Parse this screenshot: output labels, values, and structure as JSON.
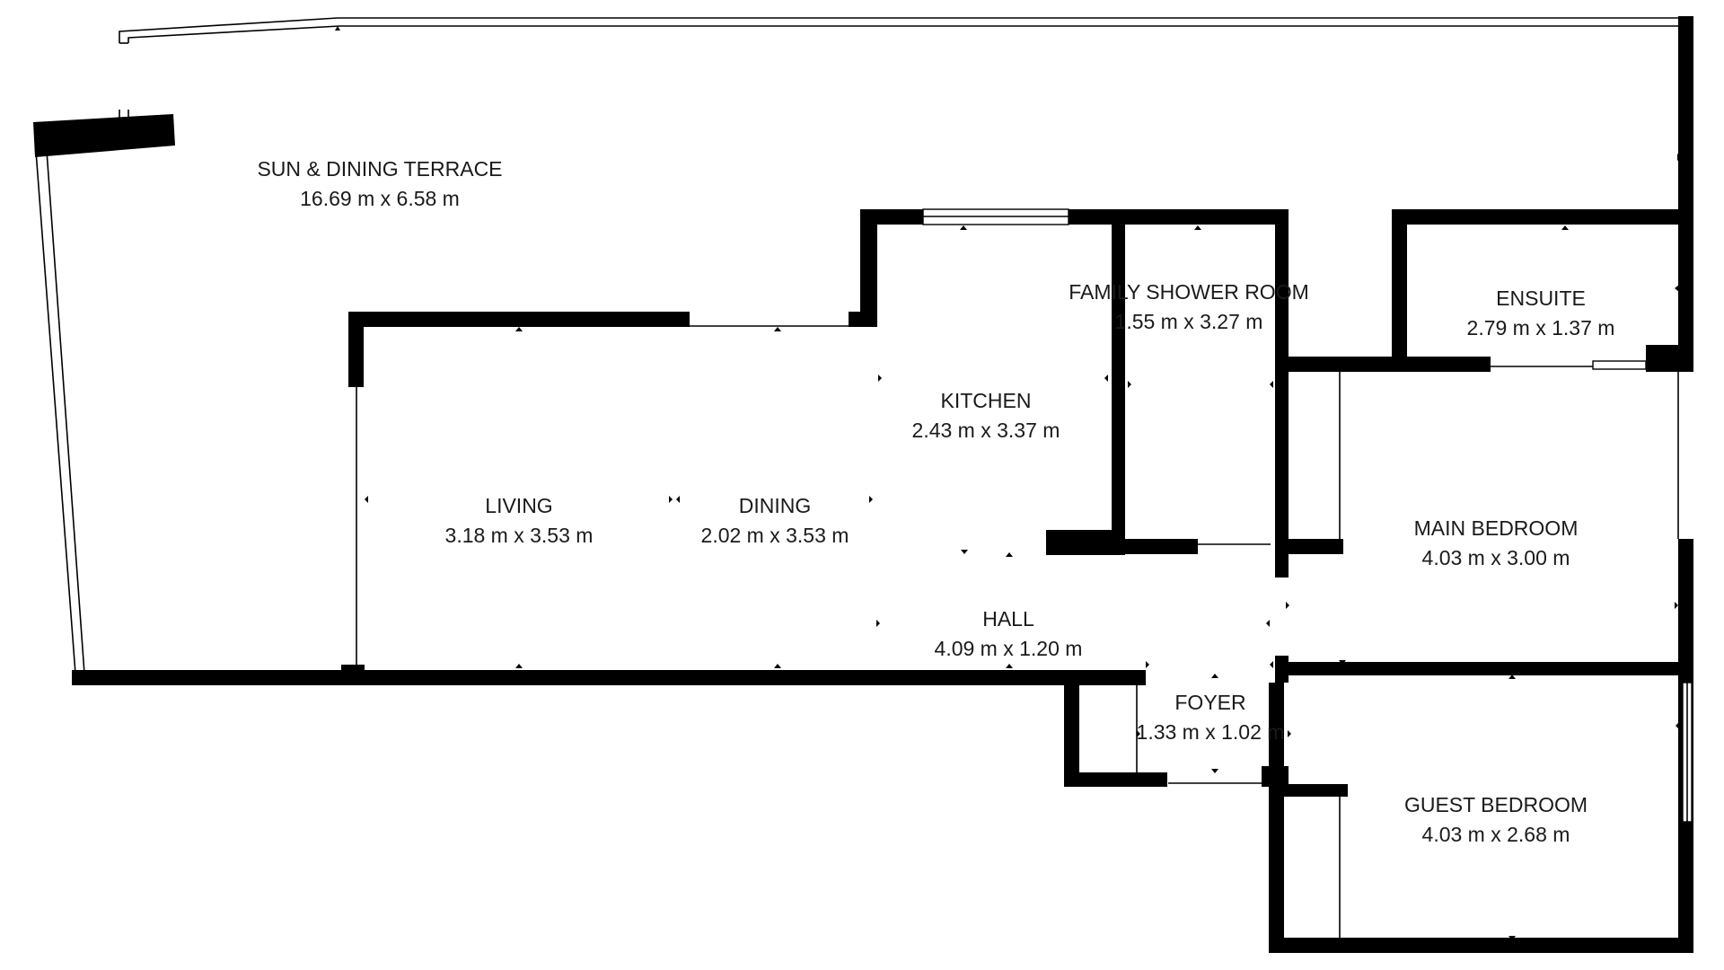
{
  "rooms": {
    "terrace": {
      "name": "SUN & DINING TERRACE",
      "dims": "16.69 m x 6.58 m"
    },
    "living": {
      "name": "LIVING",
      "dims": "3.18 m x 3.53 m"
    },
    "dining": {
      "name": "DINING",
      "dims": "2.02 m x 3.53 m"
    },
    "kitchen": {
      "name": "KITCHEN",
      "dims": "2.43 m x 3.37 m"
    },
    "shower": {
      "name": "FAMILY SHOWER ROOM",
      "dims": "1.55 m x 3.27 m"
    },
    "ensuite": {
      "name": "ENSUITE",
      "dims": "2.79 m x 1.37 m"
    },
    "main_bedroom": {
      "name": "MAIN BEDROOM",
      "dims": "4.03 m x 3.00 m"
    },
    "hall": {
      "name": "HALL",
      "dims": "4.09 m x 1.20 m"
    },
    "foyer": {
      "name": "FOYER",
      "dims": "1.33 m x 1.02 m"
    },
    "guest_bedroom": {
      "name": "GUEST BEDROOM",
      "dims": "4.03 m x 2.68 m"
    }
  }
}
